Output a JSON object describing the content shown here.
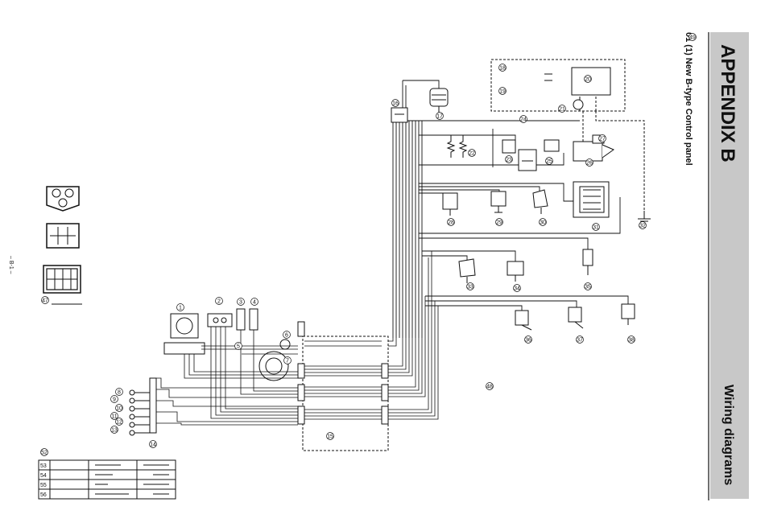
{
  "header": {
    "appendix_title": "APPENDIX B",
    "section_title": "Wiring diagrams"
  },
  "diagram": {
    "heading": "01 (1)  New B-type Control panel",
    "page_number": "– B-1 –",
    "component_numbers": [
      "1",
      "2",
      "3",
      "4",
      "5",
      "6",
      "7",
      "8",
      "9",
      "10",
      "11",
      "12",
      "13",
      "14",
      "15",
      "16",
      "17",
      "18",
      "19",
      "20",
      "21",
      "22",
      "23",
      "24",
      "25",
      "26",
      "27",
      "28",
      "29",
      "30",
      "31",
      "32",
      "33",
      "34",
      "35",
      "36",
      "37",
      "38",
      "47",
      "48",
      "49",
      "50",
      "51",
      "52"
    ],
    "switch_table_rows": [
      "53",
      "54",
      "55",
      "56"
    ]
  },
  "colors": {
    "line": "#111111",
    "shade": "#c8c8c8"
  }
}
